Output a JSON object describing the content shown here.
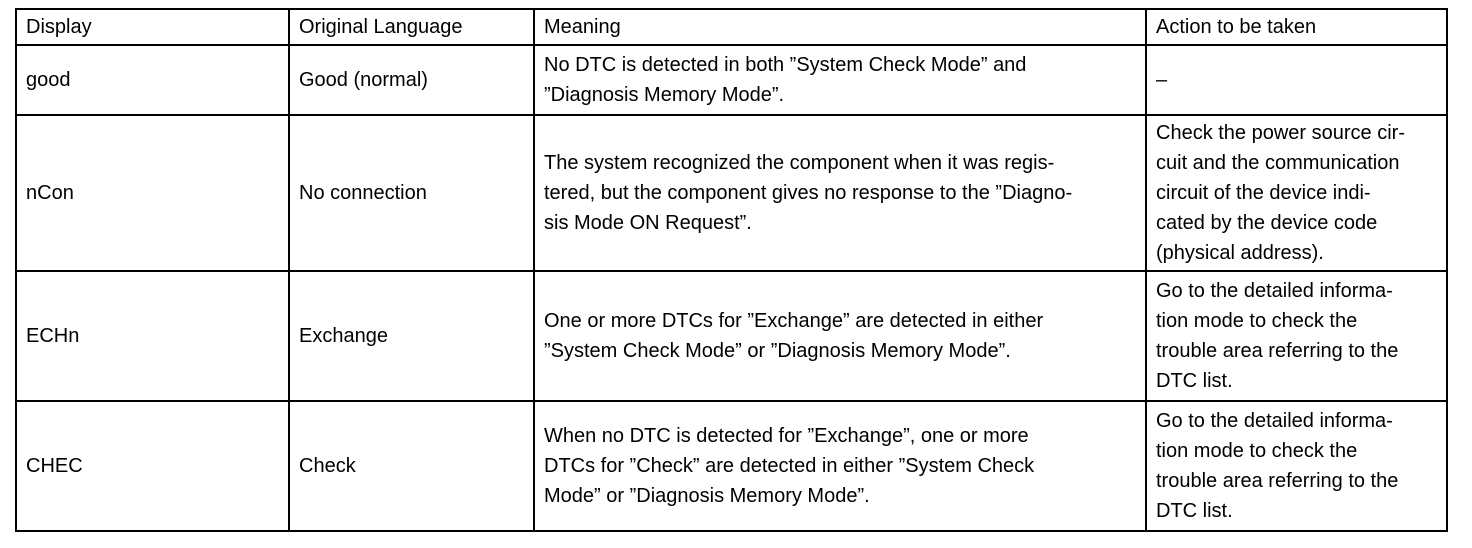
{
  "table": {
    "headers": [
      "Display",
      "Original Language",
      "Meaning",
      "Action to be taken"
    ],
    "rows": [
      {
        "display": "good",
        "original_language": "Good (normal)",
        "meaning": "No DTC is detected in both ”System Check Mode” and\n”Diagnosis Memory Mode”.",
        "action": "–"
      },
      {
        "display": "nCon",
        "original_language": "No connection",
        "meaning": "The system recognized the component when it was regis-\ntered, but the component gives no response to the ”Diagno-\nsis Mode ON Request”.",
        "action": "Check the power source cir-\ncuit and the communication\ncircuit of the device indi-\ncated by the device code\n(physical address)."
      },
      {
        "display": "ECHn",
        "original_language": "Exchange",
        "meaning": "One or more DTCs for ”Exchange” are detected in either\n”System Check Mode” or ”Diagnosis Memory Mode”.",
        "action": "Go to the detailed informa-\ntion mode to check the\ntrouble area referring to the\nDTC list."
      },
      {
        "display": "CHEC",
        "original_language": "Check",
        "meaning": "When no DTC is detected for ”Exchange”, one or more\nDTCs for ”Check” are detected in either ”System Check\nMode” or ”Diagnosis Memory Mode”.",
        "action": "Go to the detailed informa-\ntion mode to check the\ntrouble area referring to the\nDTC list."
      }
    ]
  }
}
